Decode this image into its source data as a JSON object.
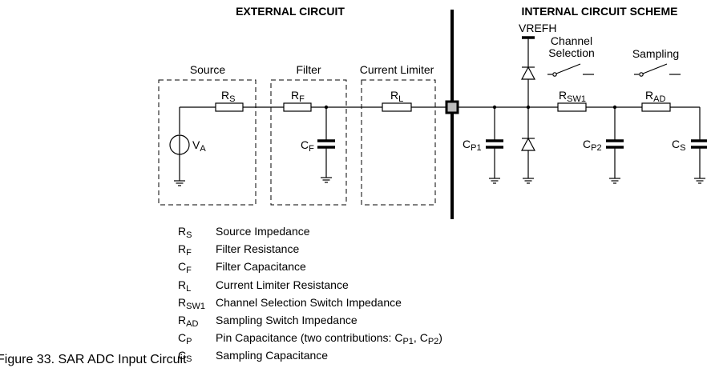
{
  "headers": {
    "external": "EXTERNAL CIRCUIT",
    "internal": "INTERNAL CIRCUIT SCHEME"
  },
  "blocks": {
    "source": "Source",
    "filter": "Filter",
    "current_limiter": "Current Limiter"
  },
  "labels": {
    "vrefh": "VREFH",
    "channel_selection_1": "Channel",
    "channel_selection_2": "Selection",
    "sampling": "Sampling"
  },
  "components": {
    "rs": {
      "main": "R",
      "sub": "S"
    },
    "rf": {
      "main": "R",
      "sub": "F"
    },
    "rl": {
      "main": "R",
      "sub": "L"
    },
    "va": {
      "main": "V",
      "sub": "A"
    },
    "cf": {
      "main": "C",
      "sub": "F"
    },
    "cp1": {
      "main": "C",
      "sub": "P1"
    },
    "rsw1": {
      "main": "R",
      "sub": "SW1"
    },
    "rad": {
      "main": "R",
      "sub": "AD"
    },
    "cp2": {
      "main": "C",
      "sub": "P2"
    },
    "cs": {
      "main": "C",
      "sub": "S"
    }
  },
  "legend": [
    {
      "main": "R",
      "sub": "S",
      "desc": "Source Impedance"
    },
    {
      "main": "R",
      "sub": "F",
      "desc": "Filter Resistance"
    },
    {
      "main": "C",
      "sub": "F",
      "desc": "Filter Capacitance"
    },
    {
      "main": "R",
      "sub": "L",
      "desc": "Current Limiter Resistance"
    },
    {
      "main": "R",
      "sub": "SW1",
      "desc": "Channel Selection Switch Impedance"
    },
    {
      "main": "R",
      "sub": "AD",
      "desc": "Sampling Switch Impedance"
    },
    {
      "main": "C",
      "sub": "P",
      "desc": "Pin Capacitance (two contributions: C",
      "tail": [
        {
          "sub": "P1",
          "text": ", C"
        },
        {
          "sub": "P2",
          "text": ")"
        }
      ]
    },
    {
      "main": "C",
      "sub": "S",
      "desc": "Sampling Capacitance"
    }
  ],
  "caption": "Figure 33. SAR ADC Input Circuit"
}
